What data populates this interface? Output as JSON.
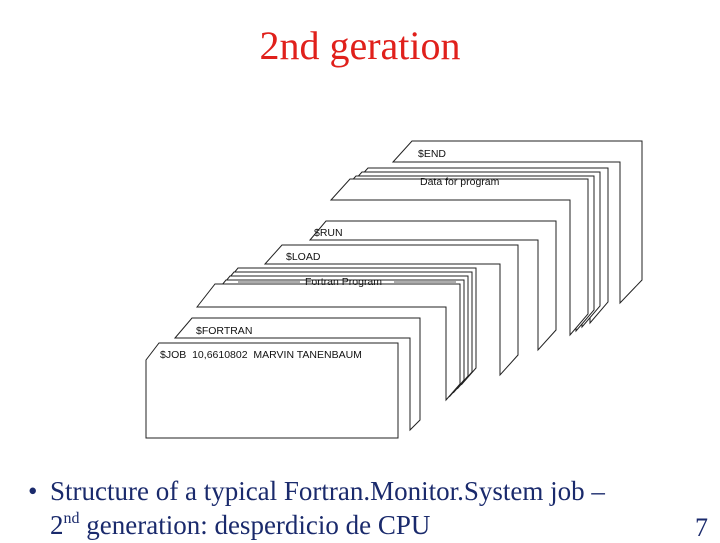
{
  "slide": {
    "title": "2nd geration",
    "bullet_line1": "Structure of a typical Fortran.Monitor.System job –",
    "bullet_line2_prefix": "2",
    "bullet_line2_sup": "nd",
    "bullet_line2_rest": " generation: desperdicio de CPU",
    "page_number": "7"
  },
  "diagram": {
    "cards": {
      "end": "$END",
      "data": "Data for program",
      "run": "$RUN",
      "load": "$LOAD",
      "fortran_program": "Fortran Program",
      "fortran": "$FORTRAN",
      "job": "$JOB  10,6610802  MARVIN TANENBAUM"
    }
  }
}
